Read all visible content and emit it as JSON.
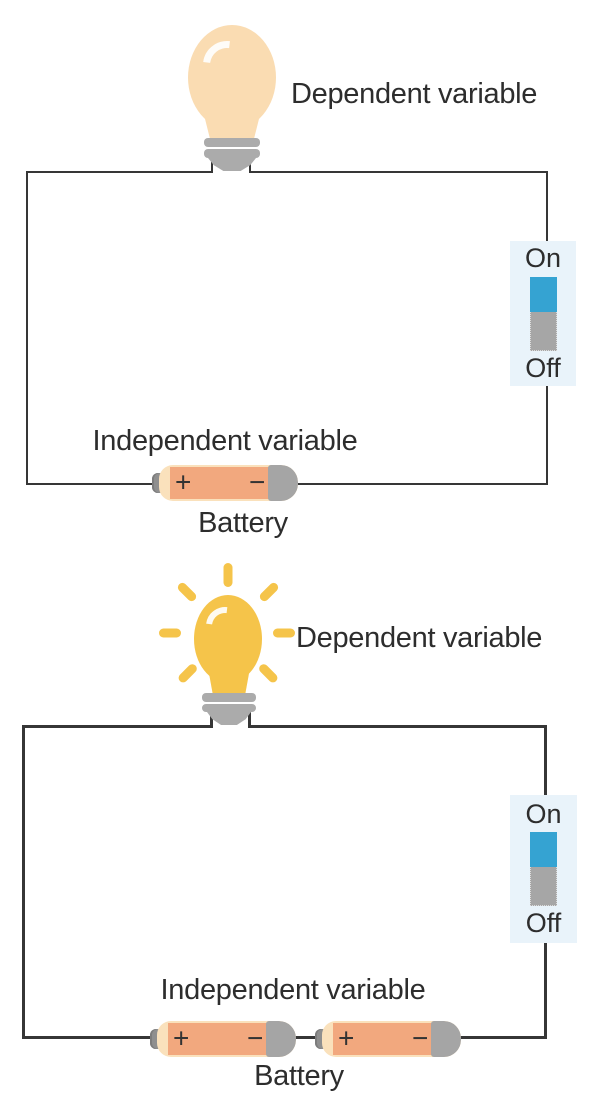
{
  "circuits": [
    {
      "dependent_label": "Dependent variable",
      "independent_label": "Independent variable",
      "battery_label": "Battery",
      "switch": {
        "on_label": "On",
        "off_label": "Off",
        "toggle_state": "on"
      },
      "bulb_state": "dim",
      "battery_count": 1,
      "batteries": [
        {
          "plus": "+",
          "minus": "−"
        }
      ]
    },
    {
      "dependent_label": "Dependent variable",
      "independent_label": "Independent variable",
      "battery_label": "Battery",
      "switch": {
        "on_label": "On",
        "off_label": "Off",
        "toggle_state": "on"
      },
      "bulb_state": "bright",
      "battery_count": 2,
      "batteries": [
        {
          "plus": "+",
          "minus": "−"
        },
        {
          "plus": "+",
          "minus": "−"
        }
      ]
    }
  ],
  "colors": {
    "bulb_dim": "#FADCB2",
    "bulb_bright": "#F5C44A",
    "bulb_base_gray": "#ABABAB",
    "battery_body": "#F2A87E",
    "battery_rim": "#FAE1BC",
    "battery_cap": "#A5A5A5",
    "switch_panel": "#E9F3FA",
    "switch_on_blue": "#35A3D2",
    "switch_off_gray": "#A6A6A6",
    "wire": "#363636",
    "text": "#2D2D2D"
  }
}
